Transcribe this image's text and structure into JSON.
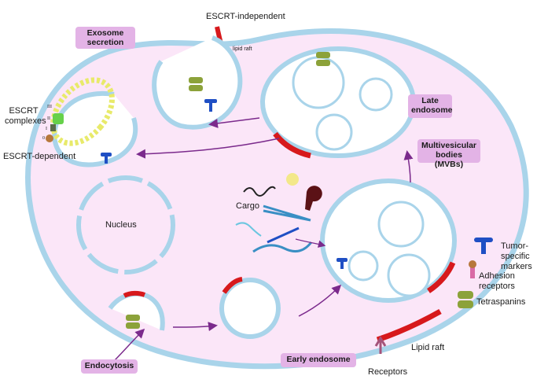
{
  "colors": {
    "membrane": "#a9d4ea",
    "cytoplasm": "#fbe6f8",
    "lipid_raft": "#d7191c",
    "arrow": "#7b2a8c",
    "label_box": "#e3b3e6",
    "escrt_ring": "#e8ea6a",
    "escrt_complex": "#66d14a",
    "tetraspanin": "#8ca23a",
    "marker_blue": "#1f4fc4",
    "adhesion_pink": "#d96aa5",
    "receptor": "#a5537a",
    "dna": "#3a8fc4",
    "cargo_protein": "#5b1216",
    "cargo_lipid": "#f3e88a"
  },
  "labels": {
    "exosome_secretion": "Exosome secretion",
    "escrt_independent": "ESCRT-independent",
    "lipid_raft_small": "lipid raft",
    "escrt_complexes": "ESCRT complexes",
    "escrt_dependent": "ESCRT-dependent",
    "roman_iii": "III",
    "roman_ii": "II",
    "roman_i": "I",
    "roman_0": "0",
    "late_endosome": "Late endosome",
    "multivesicular_bodies": "Multivesicular bodies (MVBs)",
    "nucleus": "Nucleus",
    "cargo": "Cargo",
    "tumor_specific_markers": "Tumor-specific markers",
    "adhesion_receptors": "Adhesion receptors",
    "tetraspanins": "Tetraspanins",
    "lipid_raft": "Lipid raft",
    "receptors": "Receptors",
    "endocytosis": "Endocytosis",
    "early_endosome": "Early endosome"
  }
}
